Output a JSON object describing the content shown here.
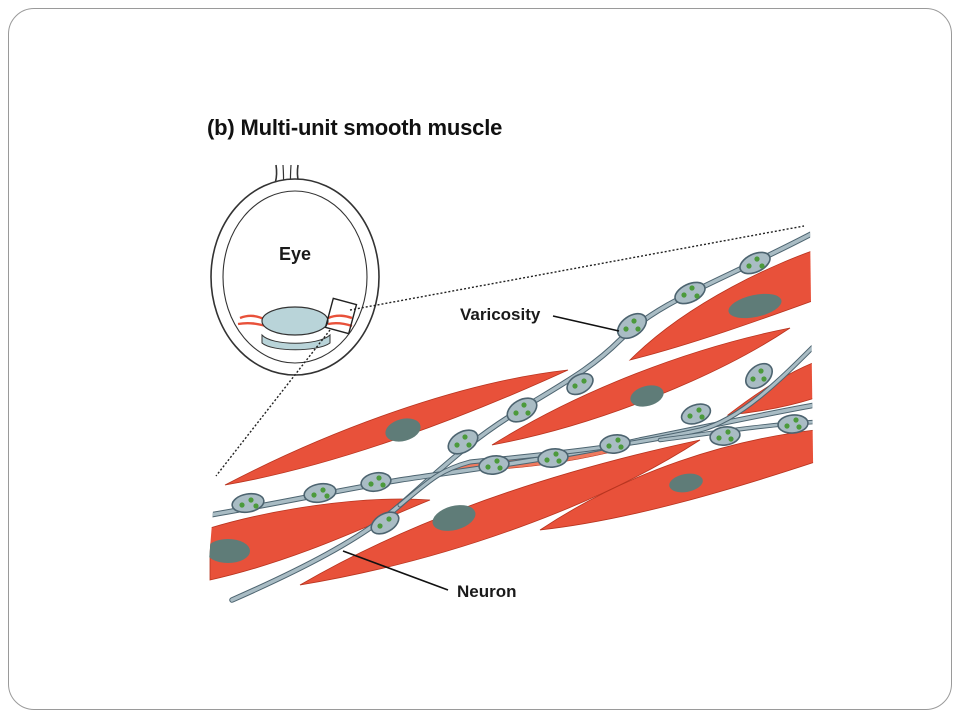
{
  "figure": {
    "panel_label": "(b)",
    "title": "Multi-unit smooth muscle",
    "labels": {
      "eye": "Eye",
      "varicosity": "Varicosity",
      "neuron": "Neuron"
    }
  },
  "colors": {
    "muscle": "#e8513a",
    "muscle_light": "#f4846b",
    "nucleus": "#5f7c78",
    "neuron": "#a9bcc4",
    "neuron_outline": "#4d6470",
    "vesicle": "#4c9a3c",
    "lens": "#b9d4d9"
  }
}
